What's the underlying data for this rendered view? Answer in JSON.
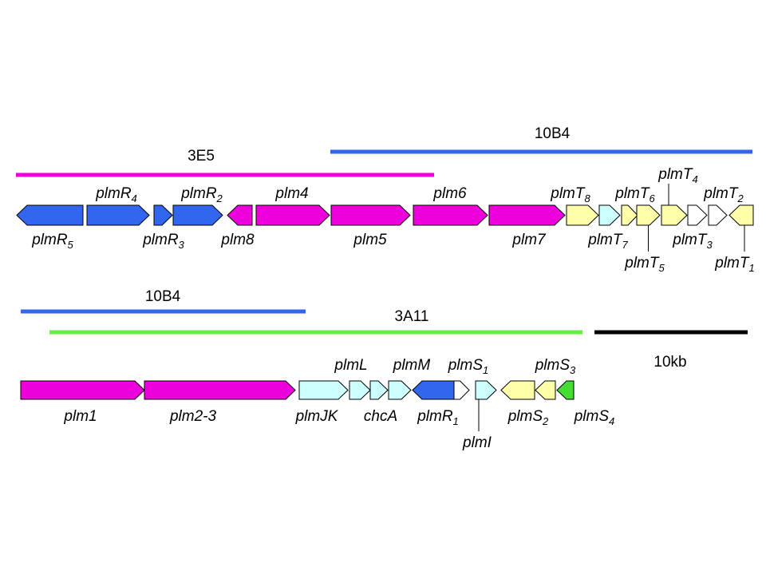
{
  "colors": {
    "blue": "#3366ee",
    "magenta": "#ee00dd",
    "pale_yellow": "#ffffaa",
    "pale_cyan": "#ccffff",
    "white": "#ffffff",
    "green": "#44dd33",
    "green_line": "#66ee44",
    "black": "#000000"
  },
  "clones": [
    {
      "id": "clone-3e5",
      "label": "3E5",
      "color": "magenta"
    },
    {
      "id": "clone-10b4-top",
      "label": "10B4",
      "color": "blue"
    },
    {
      "id": "clone-10b4-bottom",
      "label": "10B4",
      "color": "blue"
    },
    {
      "id": "clone-3a11",
      "label": "3A11",
      "color": "green_line"
    }
  ],
  "scale_bar": {
    "label": "10kb"
  },
  "row1_genes": [
    {
      "id": "plmR5",
      "color": "blue",
      "dir": "left",
      "label": "plmR",
      "sub": "5"
    },
    {
      "id": "plmR4",
      "color": "blue",
      "dir": "right",
      "label": "plmR",
      "sub": "4"
    },
    {
      "id": "plmR3",
      "color": "blue",
      "dir": "right",
      "label": "plmR",
      "sub": "3"
    },
    {
      "id": "plmR2",
      "color": "blue",
      "dir": "right",
      "label": "plmR",
      "sub": "2"
    },
    {
      "id": "plm8",
      "color": "magenta",
      "dir": "left",
      "label": "plm8",
      "sub": ""
    },
    {
      "id": "plm4",
      "color": "magenta",
      "dir": "right",
      "label": "plm4",
      "sub": ""
    },
    {
      "id": "plm5",
      "color": "magenta",
      "dir": "right",
      "label": "plm5",
      "sub": ""
    },
    {
      "id": "plm6",
      "color": "magenta",
      "dir": "right",
      "label": "plm6",
      "sub": ""
    },
    {
      "id": "plm7",
      "color": "magenta",
      "dir": "right",
      "label": "plm7",
      "sub": ""
    },
    {
      "id": "plmT8",
      "color": "pale_yellow",
      "dir": "right",
      "label": "plmT",
      "sub": "8"
    },
    {
      "id": "plmT7",
      "color": "pale_cyan",
      "dir": "right",
      "label": "plmT",
      "sub": "7"
    },
    {
      "id": "plmT6",
      "color": "pale_yellow",
      "dir": "right",
      "label": "plmT",
      "sub": "6"
    },
    {
      "id": "plmT5",
      "color": "pale_yellow",
      "dir": "right",
      "label": "plmT",
      "sub": "5"
    },
    {
      "id": "plmT4",
      "color": "pale_yellow",
      "dir": "right",
      "label": "plmT",
      "sub": "4"
    },
    {
      "id": "plmT3a",
      "color": "white",
      "dir": "right",
      "label": "plmT",
      "sub": "3"
    },
    {
      "id": "plmT3b",
      "color": "white",
      "dir": "right",
      "label": "",
      "sub": ""
    },
    {
      "id": "plmT2",
      "color": "pale_yellow",
      "dir": "left",
      "label": "plmT",
      "sub": "2"
    },
    {
      "id": "plmT1",
      "color": "pale_yellow",
      "dir": "left",
      "label": "plmT",
      "sub": "1"
    }
  ],
  "row2_genes": [
    {
      "id": "plm1",
      "color": "magenta",
      "dir": "right",
      "label": "plm1",
      "sub": ""
    },
    {
      "id": "plm2-3",
      "color": "magenta",
      "dir": "right",
      "label": "plm2-3",
      "sub": ""
    },
    {
      "id": "plmJK",
      "color": "pale_cyan",
      "dir": "right",
      "label": "plmJK",
      "sub": ""
    },
    {
      "id": "plmL",
      "color": "pale_cyan",
      "dir": "right",
      "label": "plmL",
      "sub": ""
    },
    {
      "id": "chcA",
      "color": "pale_cyan",
      "dir": "right",
      "label": "chcA",
      "sub": ""
    },
    {
      "id": "plmM",
      "color": "pale_cyan",
      "dir": "right",
      "label": "plmM",
      "sub": ""
    },
    {
      "id": "plmR1",
      "color": "blue",
      "dir": "left",
      "label": "plmR",
      "sub": "1"
    },
    {
      "id": "plmS1",
      "color": "white",
      "dir": "right",
      "label": "plmS",
      "sub": "1"
    },
    {
      "id": "plmI",
      "color": "pale_cyan",
      "dir": "right",
      "label": "plmI",
      "sub": ""
    },
    {
      "id": "plmS2",
      "color": "pale_yellow",
      "dir": "left",
      "label": "plmS",
      "sub": "2"
    },
    {
      "id": "plmS3",
      "color": "pale_yellow",
      "dir": "left",
      "label": "plmS",
      "sub": "3"
    },
    {
      "id": "plmS4",
      "color": "green",
      "dir": "left",
      "label": "plmS",
      "sub": "4"
    }
  ]
}
